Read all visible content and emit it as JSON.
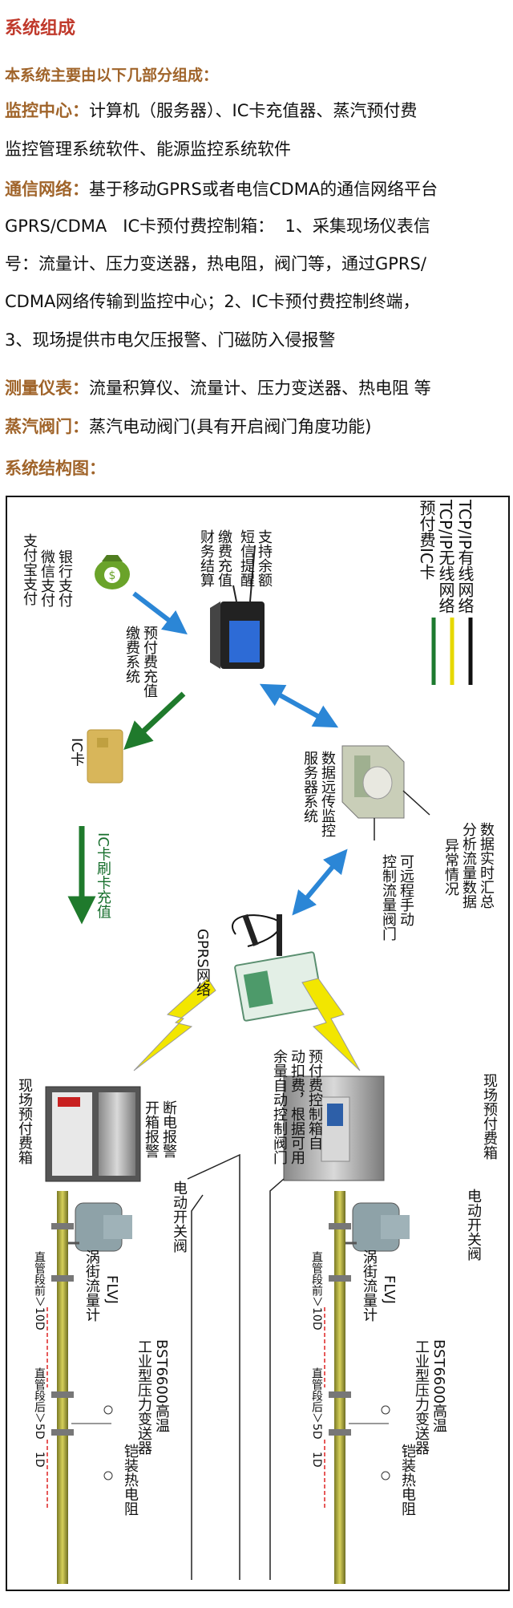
{
  "title": "系统组成",
  "intro": "本系统主要由以下几部分组成：",
  "monitoring": {
    "label": "监控中心：",
    "line1": "计算机（服务器）、IC卡充值器、蒸汽预付费",
    "line2": "监控管理系统软件、能源监控系统软件"
  },
  "network": {
    "label": "通信网络：",
    "line1": "基于移动GPRS或者电信CDMA的通信网络平台",
    "line2": "GPRS/CDMA   IC卡预付费控制箱：  1、采集现场仪表信",
    "line3": "号：流量计、压力变送器，热电阻，阀门等，通过GPRS/",
    "line4": "CDMA网络传输到监控中心；2、IC卡预付费控制终端，",
    "line5": "3、现场提供市电欠压报警、门磁防入侵报警"
  },
  "instruments": {
    "label": "测量仪表：",
    "text": "流量积算仪、流量计、压力变送器、热电阻 等"
  },
  "valve": {
    "label": "蒸汽阀门：",
    "text": "蒸汽电动阀门(具有开启阀门角度功能)"
  },
  "structure_title": "系统结构图：",
  "diagram": {
    "legend": {
      "wired": "TCP/IP有线网络",
      "wireless": "TCP/IP无线网络",
      "prepaid_ic": "预付费IC卡",
      "colors": {
        "wired": "#111111",
        "wireless": "#e6d800",
        "prepaid_ic": "#1d7a2f"
      }
    },
    "terminal_features": [
      "支持余额",
      "短信提醒"
    ],
    "terminal_functions": [
      "缴费充值",
      "财务结算"
    ],
    "payment_methods": [
      "银行支付",
      "微信支付",
      "支付宝支付"
    ],
    "payment_system": [
      "预付费充值",
      "缴费系统"
    ],
    "ic_card_label": "IC卡",
    "ic_recharge": "IC卡刷卡充值",
    "server_label": [
      "数据远传监控",
      "服务器系统"
    ],
    "data_analysis": [
      "数据实时汇总",
      "分析流量数据",
      "异常情况"
    ],
    "remote_control": [
      "可远程手动",
      "控制流量阀门"
    ],
    "gprs_label": "GPRS网络",
    "prepay_control": [
      "预付费控制箱自",
      "动扣费，根据可用",
      "余量自动控制阀门"
    ],
    "cabinet_label": "现场预付费箱",
    "alarm_label": [
      "断电报警",
      "开箱报警"
    ],
    "electric_valve": "电动开关阀",
    "vortex_meter": "涡街流量计",
    "flvj": "FLVJ",
    "straight_before": "直管段前＞10D",
    "straight_after": "直管段后＞5D",
    "one_d": "1D",
    "pressure_model": "BST6600高温",
    "pressure_type": "工业型压力变送器",
    "rtd_label": "铠装热电阻",
    "arrow_colors": {
      "blue": "#2b86d6",
      "green": "#1f7a2c",
      "yellow": "#f2e600"
    }
  }
}
